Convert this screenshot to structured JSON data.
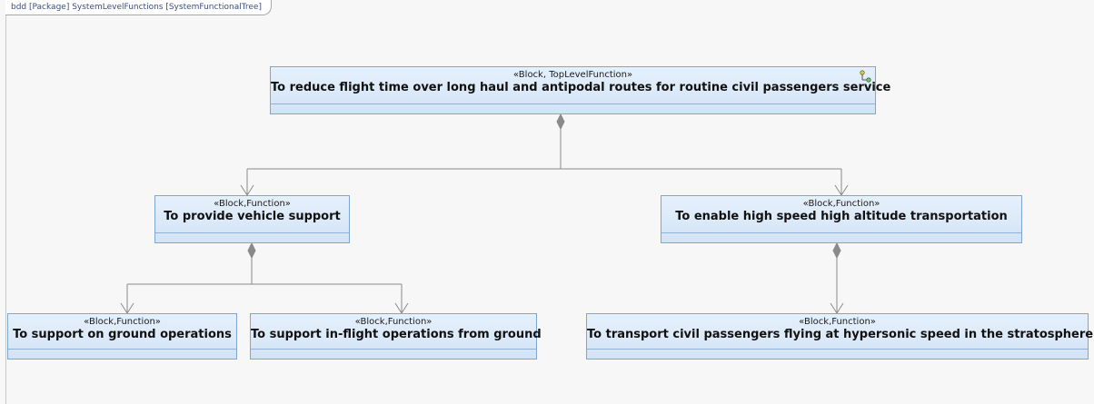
{
  "frame": {
    "label": "bdd [Package] SystemLevelFunctions [SystemFunctionalTree]"
  },
  "blocks": {
    "top": {
      "stereotype": "«Block, TopLevelFunction»",
      "name": "To reduce flight time over long haul and antipodal routes for routine civil passengers service"
    },
    "vehicle_support": {
      "stereotype": "«Block,Function»",
      "name": "To provide vehicle support"
    },
    "high_speed": {
      "stereotype": "«Block,Function»",
      "name": "To enable high speed high altitude transportation"
    },
    "ground_ops": {
      "stereotype": "«Block,Function»",
      "name": "To support on ground operations"
    },
    "inflight_ops": {
      "stereotype": "«Block,Function»",
      "name": "To support in-flight operations from ground"
    },
    "transport": {
      "stereotype": "«Block,Function»",
      "name": "To transport civil passengers flying at hypersonic speed in the stratosphere"
    }
  },
  "colors": {
    "block_border": "#7fa6cf",
    "block_fill_top": "#e6f0fb",
    "block_fill_bottom": "#d2e3f5",
    "connector": "#8a8a8a",
    "frame_label": "#3a4f86"
  },
  "icons": {
    "top_corner": "hierarchy-icon"
  }
}
